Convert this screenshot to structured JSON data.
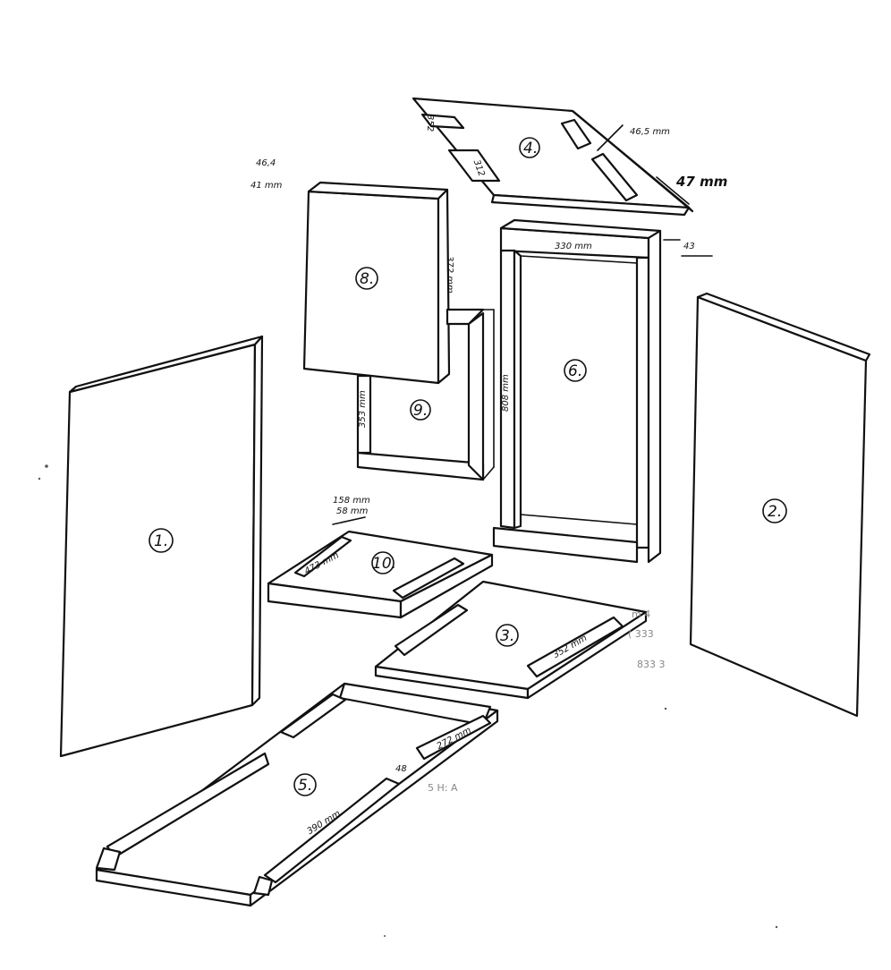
{
  "diagram": {
    "parts": [
      "1.",
      "2.",
      "3.",
      "4.",
      "5.",
      "6.",
      "8.",
      "9.",
      "10."
    ],
    "dimensions": {
      "p4_a": "46,5 mm",
      "p4_b": "47 mm",
      "p4_c": "352",
      "p4_d": "312",
      "p8_top_a": "46,4",
      "p8_top_b": "41 mm",
      "p8_side": "372 mm",
      "p6_top": "330 mm",
      "p6_side": "808 mm",
      "p6_right": "43",
      "p9_side": "353 mm",
      "p10_a": "158 mm",
      "p10_b": "58 mm",
      "p10_c": "473 mm",
      "p3_bar": "352 mm",
      "p5_long": "390 mm",
      "p5_short": "272 mm",
      "p5_gap": "48"
    },
    "faint_marks": [
      "m 4",
      "5 H: A",
      "( 333",
      "833 3"
    ]
  }
}
